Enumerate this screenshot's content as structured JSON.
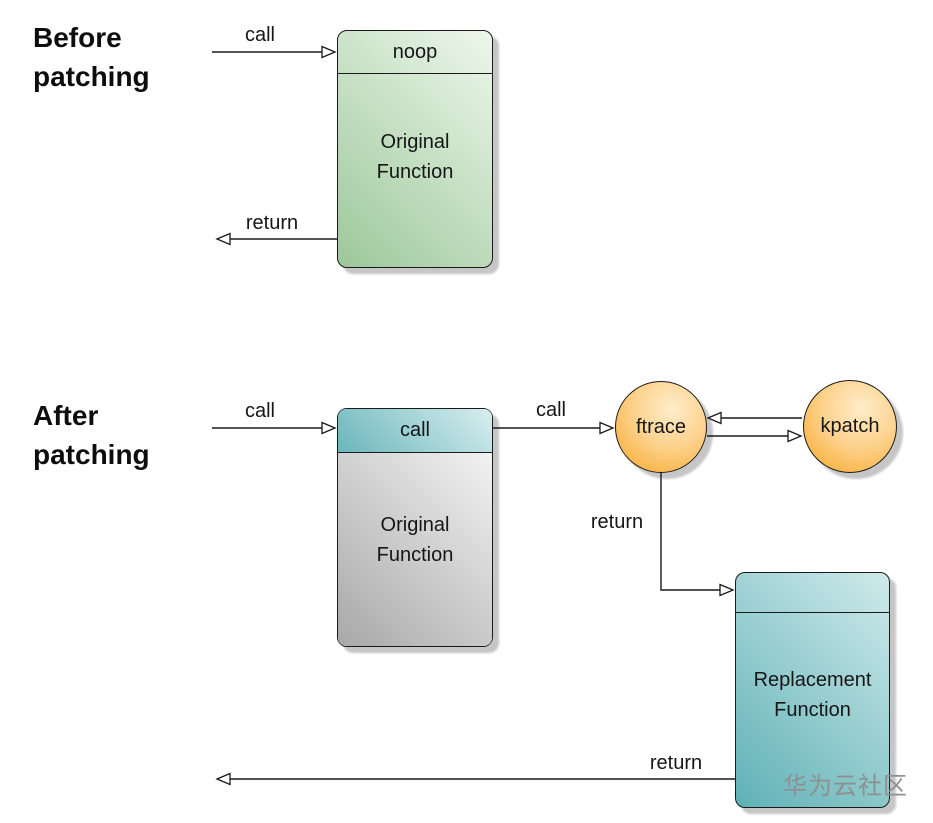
{
  "before_section": {
    "title": "Before patching",
    "call_label": "call",
    "return_label": "return",
    "function_box": {
      "header": "noop",
      "body": "Original Function"
    }
  },
  "after_section": {
    "title": "After patching",
    "call_label_left": "call",
    "call_label_mid": "call",
    "ftrace_node_label": "ftrace",
    "kpatch_node_label": "kpatch",
    "return_label_ftrace": "return",
    "return_label_bottom": "return",
    "original_box": {
      "header": "call",
      "body": "Original Function"
    },
    "replacement_box": {
      "body": "Replacement Function"
    }
  },
  "watermark": "华为云社区",
  "colors": {
    "green_dark": "#9cc89a",
    "green_light": "#eef7ec",
    "teal_dark": "#6ab6bb",
    "teal_light": "#d8eeef",
    "gray_dark": "#a8a8a8",
    "gray_light": "#f2f2f2",
    "teal2_dark": "#5fb1b6",
    "teal2_light": "#cfeaeb",
    "orange_dark": "#f6a623",
    "orange_light": "#ffeccb",
    "border": "#1a1a1a",
    "line": "#1a1a1a",
    "shadow": "#c6c6c6",
    "watermark_gray": "#8f8f8f"
  }
}
